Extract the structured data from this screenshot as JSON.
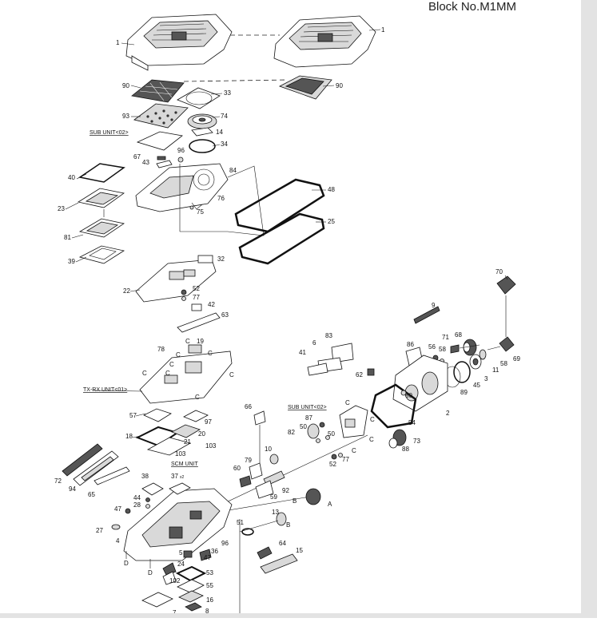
{
  "title": "Block No.M1MM",
  "units": {
    "sub_unit_02_a": "SUB UNIT<02>",
    "sub_unit_02_b": "SUB UNIT<02>",
    "tx_rx_unit": "TX-RX UNIT<01>",
    "scm_unit": "SCM UNIT"
  },
  "labels": [
    {
      "id": "l1a",
      "text": "1"
    },
    {
      "id": "l1b",
      "text": "1"
    },
    {
      "id": "l90a",
      "text": "90"
    },
    {
      "id": "l90b",
      "text": "90"
    },
    {
      "id": "l33",
      "text": "33"
    },
    {
      "id": "l93",
      "text": "93"
    },
    {
      "id": "l74",
      "text": "74"
    },
    {
      "id": "l14",
      "text": "14"
    },
    {
      "id": "l34",
      "text": "34"
    },
    {
      "id": "l96a",
      "text": "96"
    },
    {
      "id": "l67",
      "text": "67"
    },
    {
      "id": "l43",
      "text": "43"
    },
    {
      "id": "l84",
      "text": "84"
    },
    {
      "id": "l40",
      "text": "40"
    },
    {
      "id": "l76",
      "text": "76"
    },
    {
      "id": "l75",
      "text": "75"
    },
    {
      "id": "l48",
      "text": "48"
    },
    {
      "id": "l23",
      "text": "23"
    },
    {
      "id": "l25",
      "text": "25"
    },
    {
      "id": "l81",
      "text": "81"
    },
    {
      "id": "l39",
      "text": "39"
    },
    {
      "id": "l32",
      "text": "32"
    },
    {
      "id": "l22",
      "text": "22"
    },
    {
      "id": "l52a",
      "text": "52"
    },
    {
      "id": "l77a",
      "text": "77"
    },
    {
      "id": "l42",
      "text": "42"
    },
    {
      "id": "l63",
      "text": "63"
    },
    {
      "id": "l70",
      "text": "70"
    },
    {
      "id": "l9",
      "text": "9"
    },
    {
      "id": "l83",
      "text": "83"
    },
    {
      "id": "l6",
      "text": "6"
    },
    {
      "id": "l41",
      "text": "41"
    },
    {
      "id": "l71",
      "text": "71"
    },
    {
      "id": "l68",
      "text": "68"
    },
    {
      "id": "l86",
      "text": "86"
    },
    {
      "id": "l56",
      "text": "56"
    },
    {
      "id": "l58a",
      "text": "58"
    },
    {
      "id": "l58b",
      "text": "58"
    },
    {
      "id": "l69",
      "text": "69"
    },
    {
      "id": "l78",
      "text": "78"
    },
    {
      "id": "l19",
      "text": "19"
    },
    {
      "id": "l62",
      "text": "62"
    },
    {
      "id": "l89",
      "text": "89"
    },
    {
      "id": "l45",
      "text": "45"
    },
    {
      "id": "l3",
      "text": "3"
    },
    {
      "id": "l11",
      "text": "11"
    },
    {
      "id": "l80",
      "text": "80"
    },
    {
      "id": "l2",
      "text": "2"
    },
    {
      "id": "l54",
      "text": "54"
    },
    {
      "id": "l66",
      "text": "66"
    },
    {
      "id": "l57",
      "text": "57"
    },
    {
      "id": "l97",
      "text": "97"
    },
    {
      "id": "l20",
      "text": "20"
    },
    {
      "id": "l18",
      "text": "18"
    },
    {
      "id": "l21",
      "text": "21"
    },
    {
      "id": "l103a",
      "text": "103"
    },
    {
      "id": "l103b",
      "text": "103"
    },
    {
      "id": "l87",
      "text": "87"
    },
    {
      "id": "l50a",
      "text": "50"
    },
    {
      "id": "l50b",
      "text": "50"
    },
    {
      "id": "l82",
      "text": "82"
    },
    {
      "id": "l77b",
      "text": "77"
    },
    {
      "id": "l52b",
      "text": "52"
    },
    {
      "id": "l73",
      "text": "73"
    },
    {
      "id": "l88",
      "text": "88"
    },
    {
      "id": "l10",
      "text": "10"
    },
    {
      "id": "l79",
      "text": "79"
    },
    {
      "id": "l60",
      "text": "60"
    },
    {
      "id": "l72",
      "text": "72"
    },
    {
      "id": "l94",
      "text": "94"
    },
    {
      "id": "l65",
      "text": "65"
    },
    {
      "id": "l38",
      "text": "38"
    },
    {
      "id": "l37",
      "text": "37"
    },
    {
      "id": "lx2",
      "text": "x2"
    },
    {
      "id": "l92",
      "text": "92"
    },
    {
      "id": "l59",
      "text": "59"
    },
    {
      "id": "l44",
      "text": "44"
    },
    {
      "id": "l28",
      "text": "28"
    },
    {
      "id": "l47a",
      "text": "47"
    },
    {
      "id": "lA1",
      "text": "A"
    },
    {
      "id": "lB1",
      "text": "B"
    },
    {
      "id": "l13",
      "text": "13"
    },
    {
      "id": "l51",
      "text": "51"
    },
    {
      "id": "lB2",
      "text": "B"
    },
    {
      "id": "l27",
      "text": "27"
    },
    {
      "id": "l4",
      "text": "4"
    },
    {
      "id": "l96b",
      "text": "96"
    },
    {
      "id": "l64",
      "text": "64"
    },
    {
      "id": "l15",
      "text": "15"
    },
    {
      "id": "l5",
      "text": "5"
    },
    {
      "id": "l36",
      "text": "36"
    },
    {
      "id": "l47b",
      "text": "47"
    },
    {
      "id": "l24",
      "text": "24"
    },
    {
      "id": "l53",
      "text": "53"
    },
    {
      "id": "l102",
      "text": "102"
    },
    {
      "id": "l55",
      "text": "55"
    },
    {
      "id": "l16",
      "text": "16"
    },
    {
      "id": "l7",
      "text": "7"
    },
    {
      "id": "l8",
      "text": "8"
    },
    {
      "id": "lD1",
      "text": "D"
    },
    {
      "id": "lD2",
      "text": "D"
    },
    {
      "id": "lA2",
      "text": "A"
    },
    {
      "id": "lC1",
      "text": "C"
    },
    {
      "id": "lC2",
      "text": "C"
    },
    {
      "id": "lC3",
      "text": "C"
    },
    {
      "id": "lC4",
      "text": "C"
    },
    {
      "id": "lC5",
      "text": "C"
    },
    {
      "id": "lC6",
      "text": "C"
    },
    {
      "id": "lC7",
      "text": "C"
    },
    {
      "id": "lC8",
      "text": "C"
    },
    {
      "id": "lC9",
      "text": "C"
    },
    {
      "id": "lC10",
      "text": "C"
    },
    {
      "id": "lC11",
      "text": "C"
    },
    {
      "id": "lC12",
      "text": "C"
    }
  ]
}
